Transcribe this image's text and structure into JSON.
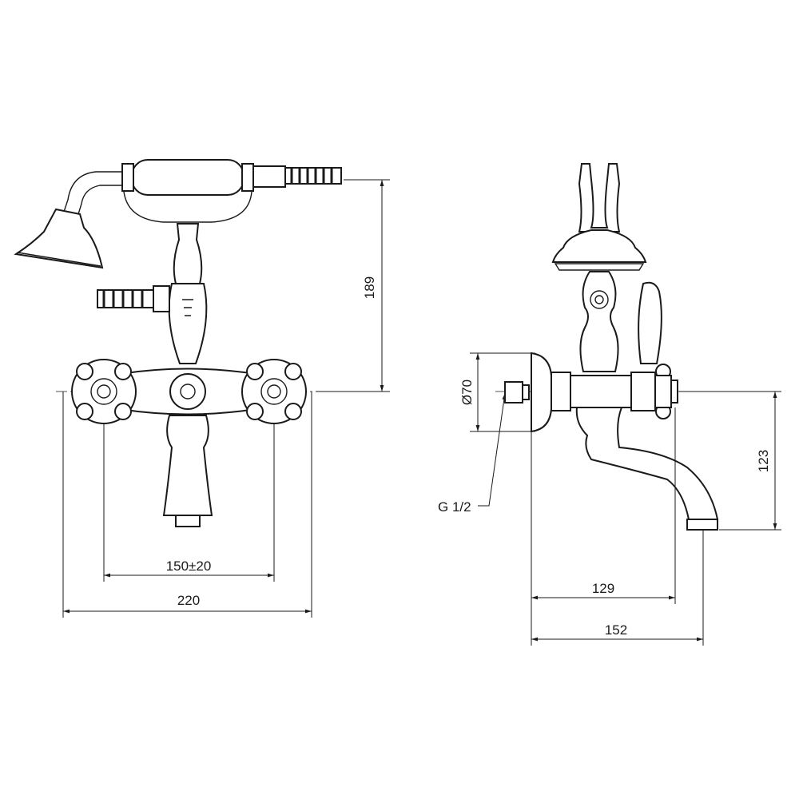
{
  "drawing": {
    "front_view": {
      "dimensions": {
        "height_shower": "189",
        "center_distance": "150±20",
        "overall_width": "220"
      }
    },
    "side_view": {
      "dimensions": {
        "plate_diameter": "Ø70",
        "connection_thread": "G 1/2",
        "spout_height": "123",
        "body_depth": "129",
        "spout_projection": "152"
      }
    }
  }
}
